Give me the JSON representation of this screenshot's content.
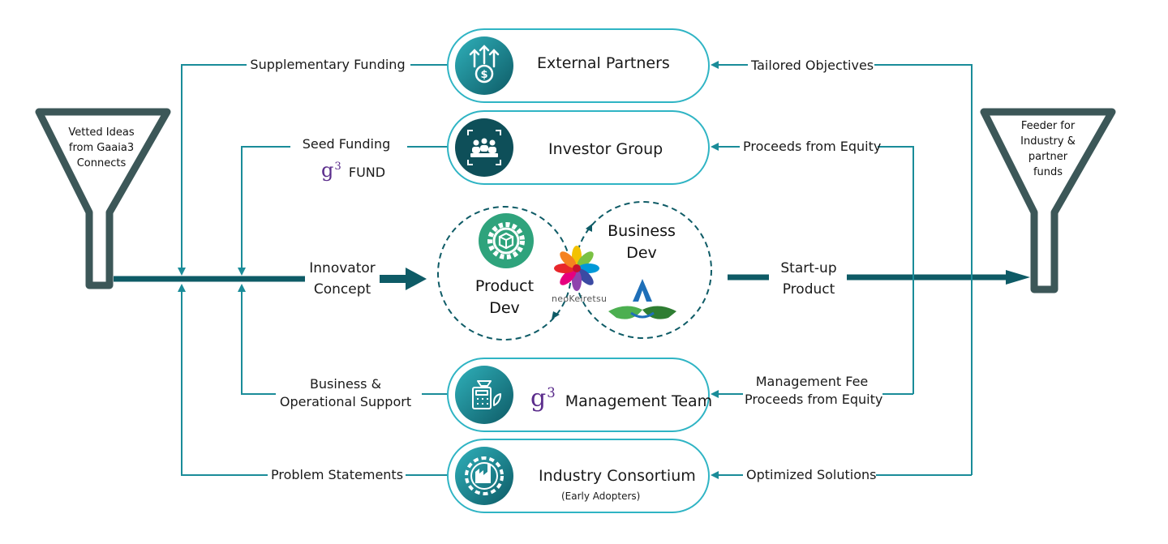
{
  "funnels": {
    "left_text": "Vetted Ideas from Gaaia3 Connects",
    "right_text": "Feeder for Industry & partner funds"
  },
  "pills": {
    "external_partners": {
      "title": "External Partners",
      "icon": "funding-growth-icon"
    },
    "investor_group": {
      "title": "Investor Group",
      "icon": "meeting-group-icon"
    },
    "management_team": {
      "title": "Management Team",
      "brand": "g",
      "brand_sup": "3",
      "icon": "finance-calculator-icon"
    },
    "industry_consortium": {
      "title": "Industry Consortium",
      "subtitle": "(Early Adopters)",
      "icon": "factory-gear-icon"
    }
  },
  "left_labels": {
    "supplementary_funding": "Supplementary Funding",
    "seed_funding": "Seed Funding",
    "fund_brand": "g",
    "fund_brand_sup": "3",
    "fund_text": "FUND",
    "business_support_line1": "Business &",
    "business_support_line2": "Operational Support",
    "problem_statements": "Problem Statements"
  },
  "right_labels": {
    "tailored_objectives": "Tailored Objectives",
    "proceeds_from_equity": "Proceeds from Equity",
    "management_fee_line1": "Management Fee",
    "management_fee_line2": "Proceeds from Equity",
    "optimized_solutions": "Optimized Solutions"
  },
  "flow": {
    "innovator_line1": "Innovator",
    "innovator_line2": "Concept",
    "startup_line1": "Start-up",
    "startup_line2": "Product"
  },
  "center": {
    "product_dev_line1": "Product",
    "product_dev_line2": "Dev",
    "business_dev_line1": "Business",
    "business_dev_line2": "Dev",
    "logo_caption": "neoKeiretsu"
  },
  "colors": {
    "teal_line": "#1a8c99",
    "dark_teal": "#0e5b66",
    "pill_border": "#2fb4c4",
    "funnel_stroke": "#3c5758",
    "accent_green": "#2fa37c",
    "brand_purple": "#5b2d8c"
  }
}
